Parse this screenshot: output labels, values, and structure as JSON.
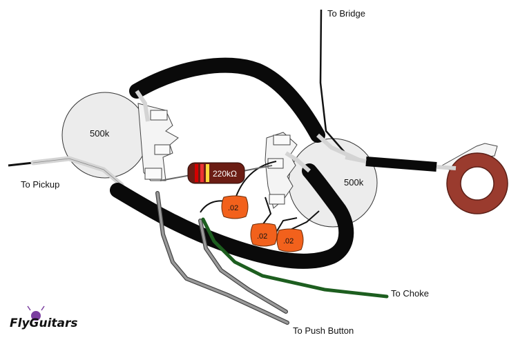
{
  "labels": {
    "to_bridge": "To Bridge",
    "to_pickup": "To Pickup",
    "to_choke": "To Choke",
    "to_push_button": "To Push Button"
  },
  "pots": {
    "left": "500k",
    "right": "500k"
  },
  "resistor": "220kΩ",
  "capacitors": {
    "top": ".02",
    "bottom_left": ".02",
    "bottom_right": ".02"
  },
  "logo": "FlyGuitars",
  "colors": {
    "pot_fill": "#ececec",
    "cable": "#0a0a0a",
    "cap_orange": "#f2611c",
    "resistor_body": "#6b1d14",
    "green_wire": "#1d5e1f",
    "gray_wire": "#7a7a7a",
    "jack_ring": "#9a3b2e"
  }
}
